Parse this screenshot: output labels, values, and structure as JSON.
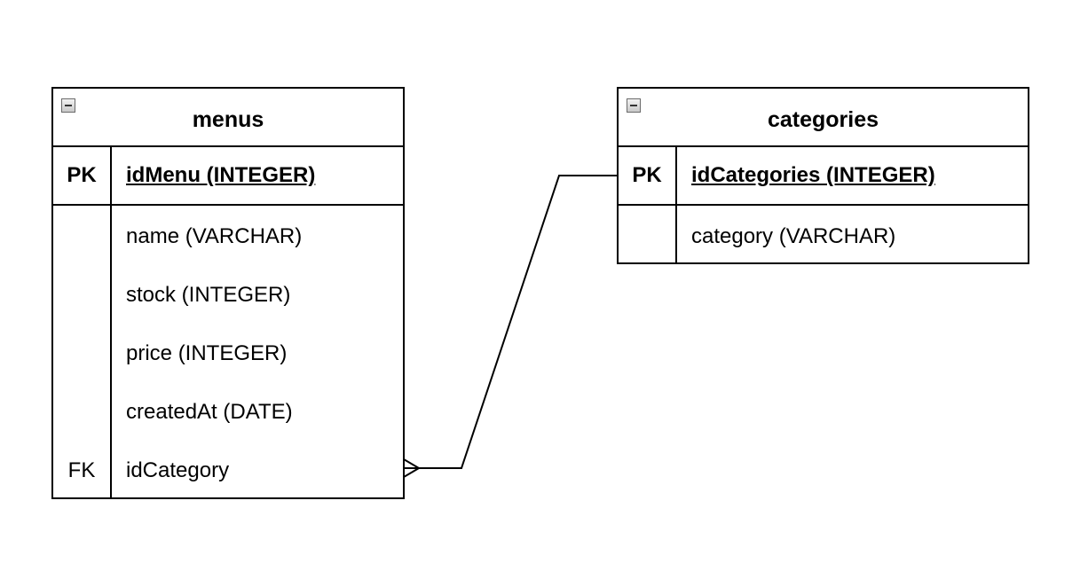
{
  "tables": {
    "menus": {
      "title": "menus",
      "pk": {
        "key": "PK",
        "field": "idMenu (INTEGER)"
      },
      "fields": [
        {
          "key": "",
          "name": "name (VARCHAR)"
        },
        {
          "key": "",
          "name": "stock (INTEGER)"
        },
        {
          "key": "",
          "name": "price (INTEGER)"
        },
        {
          "key": "",
          "name": "createdAt (DATE)"
        },
        {
          "key": "FK",
          "name": "idCategory"
        }
      ]
    },
    "categories": {
      "title": "categories",
      "pk": {
        "key": "PK",
        "field": "idCategories (INTEGER)"
      },
      "fields": [
        {
          "key": "",
          "name": "category (VARCHAR)"
        }
      ]
    }
  },
  "relationships": [
    {
      "from": "menus.idCategory",
      "to": "categories.idCategories",
      "from_end": "many",
      "to_end": "one"
    }
  ],
  "colors": {
    "line": "#000000",
    "background": "#ffffff",
    "collapse_button": "#c9c9c9"
  },
  "icons": {
    "collapse": "minus-box-icon"
  }
}
